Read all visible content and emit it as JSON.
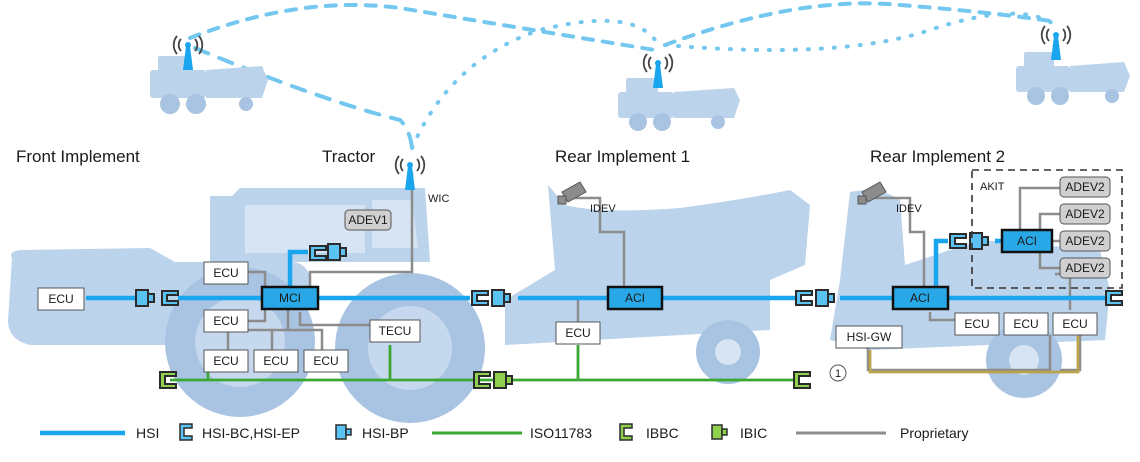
{
  "sections": {
    "front": "Front Implement",
    "tractor": "Tractor",
    "rear1": "Rear Implement 1",
    "rear2": "Rear Implement 2"
  },
  "nodes": {
    "ecu": "ECU",
    "mci": "MCI",
    "aci": "ACI",
    "tecu": "TECU",
    "adev1": "ADEV1",
    "adev2": "ADEV2",
    "idev": "IDEV",
    "wic": "WIC",
    "akit": "AKIT",
    "hsigw": "HSI-GW",
    "marker": "1"
  },
  "legend": {
    "hsi": "HSI",
    "hsi_bc": "HSI-BC,HSI-EP",
    "hsi_bp": "HSI-BP",
    "iso": "ISO11783",
    "ibbc": "IBBC",
    "ibic": "IBIC",
    "proprietary": "Proprietary"
  },
  "colors": {
    "hsi": "#1aa6ee",
    "iso": "#3aa832",
    "proprietary": "#8c8c8c",
    "silhouette": "#b9cfe8",
    "wireless": "#74c7ef"
  }
}
